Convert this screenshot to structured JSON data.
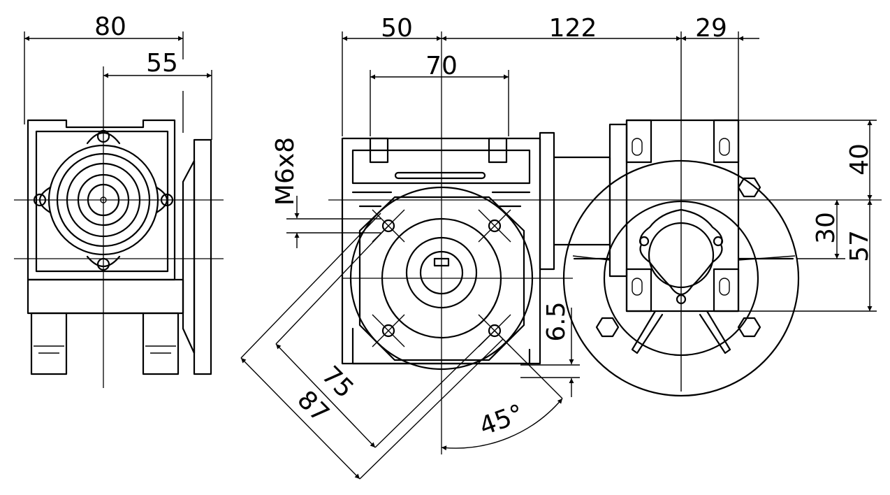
{
  "dimensions": {
    "width_80": "80",
    "width_55": "55",
    "width_50": "50",
    "width_122": "122",
    "width_29": "29",
    "width_70": "70",
    "thread": "M6x8",
    "height_40": "40",
    "height_30": "30",
    "height_57": "57",
    "offset_6_5": "6.5",
    "diag_75": "75",
    "diag_87": "87",
    "angle_45": "45°"
  }
}
